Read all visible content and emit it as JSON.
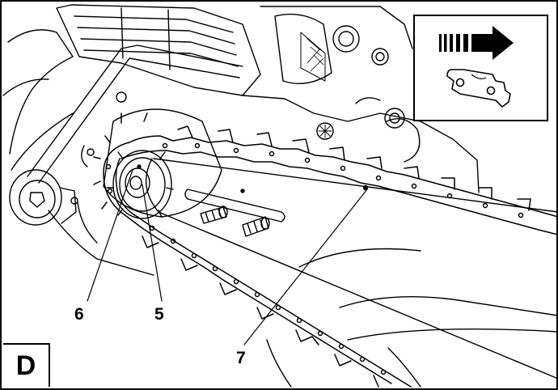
{
  "figure": {
    "panel_letter": "D",
    "callouts": [
      {
        "id": "6",
        "label": "6"
      },
      {
        "id": "5",
        "label": "5"
      },
      {
        "id": "7",
        "label": "7"
      }
    ],
    "inset": {
      "arrow_icon": "direction-arrow-icon",
      "chain_icon": "chain-link-icon"
    },
    "colors": {
      "line": "#000000",
      "background": "#ffffff"
    }
  }
}
